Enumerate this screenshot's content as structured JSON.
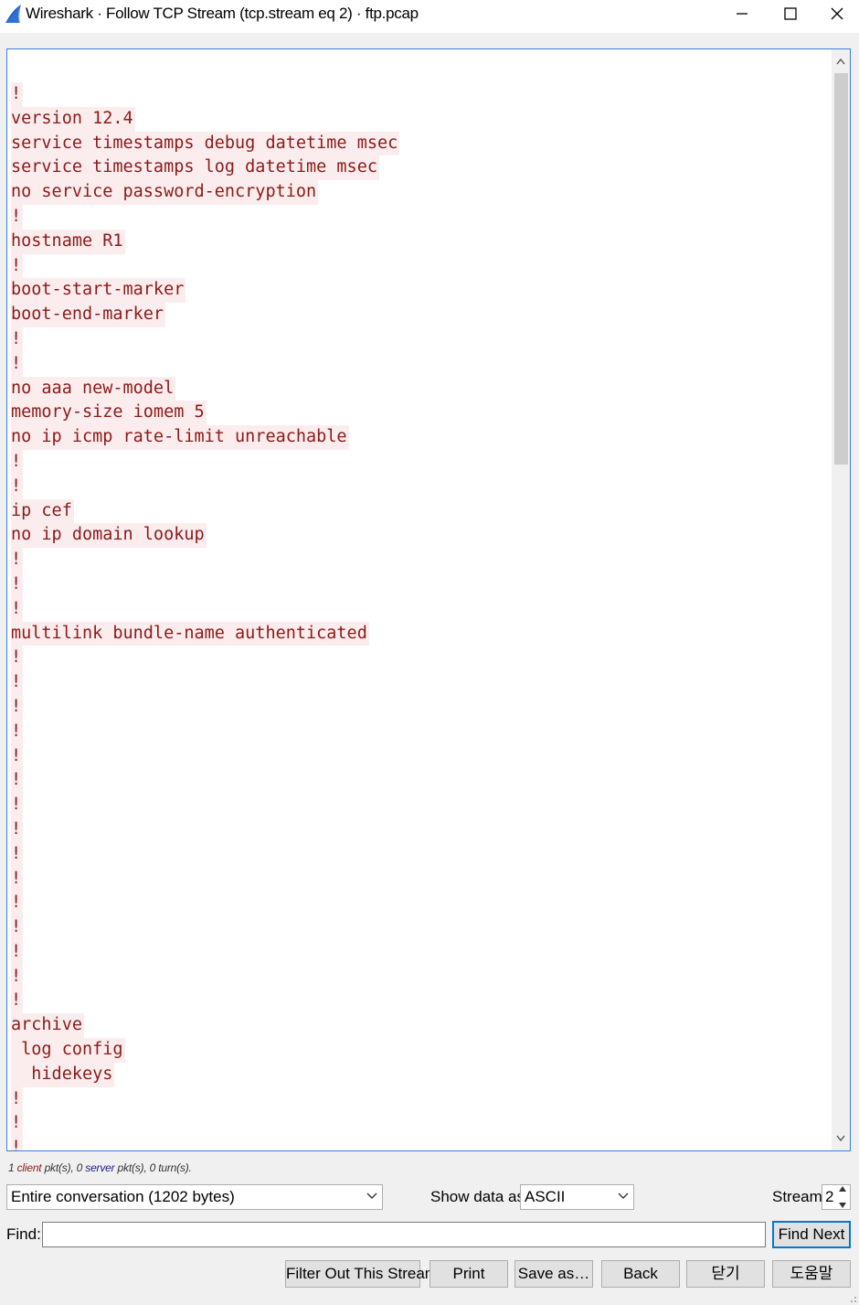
{
  "window": {
    "title": "Wireshark · Follow TCP Stream (tcp.stream eq 2) · ftp.pcap",
    "accent": "#0078d7"
  },
  "stream": {
    "text_color": "#8b1a1a",
    "highlight_color": "#fbeded",
    "lines": [
      "!",
      "version 12.4",
      "service timestamps debug datetime msec",
      "service timestamps log datetime msec",
      "no service password-encryption",
      "!",
      "hostname R1",
      "!",
      "boot-start-marker",
      "boot-end-marker",
      "!",
      "!",
      "no aaa new-model",
      "memory-size iomem 5",
      "no ip icmp rate-limit unreachable",
      "!",
      "!",
      "ip cef",
      "no ip domain lookup",
      "!",
      "!",
      "!",
      "multilink bundle-name authenticated",
      "!",
      "!",
      "!",
      "!",
      "!",
      "!",
      "!",
      "!",
      "!",
      "!",
      "!",
      "!",
      "!",
      "!",
      "!",
      "archive",
      " log config",
      "  hidekeys",
      "!",
      "!",
      "!"
    ]
  },
  "stats": {
    "client_count": "1",
    "client_word": "client",
    "mid1": " pkt(s), ",
    "server_count": "0",
    "server_word": "server",
    "tail": " pkt(s), 0 turn(s)."
  },
  "controls": {
    "conversation": "Entire conversation (1202 bytes)",
    "show_data_label": "Show data as",
    "show_data_value": "ASCII",
    "stream_label": "Stream",
    "stream_value": "2",
    "find_label": "Find:",
    "find_value": "",
    "find_next": "Find Next"
  },
  "buttons": {
    "filter_out": "Filter Out This Stream",
    "print": "Print",
    "save_as": "Save as…",
    "back": "Back",
    "close": "닫기",
    "help": "도움말"
  },
  "icons": {
    "app": "wireshark-fin-icon",
    "minimize": "minimize-icon",
    "maximize": "maximize-icon",
    "close": "close-icon"
  }
}
